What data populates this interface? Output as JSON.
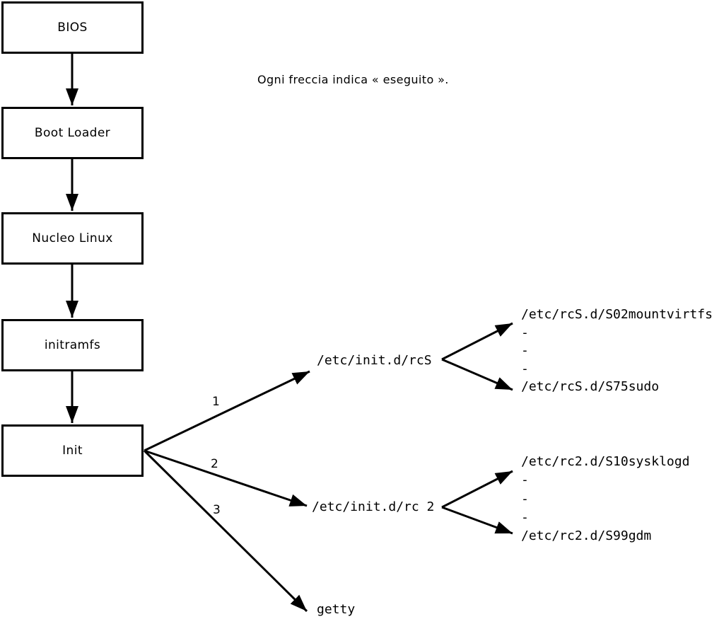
{
  "caption": "Ogni freccia indica « eseguito ».",
  "boxes": [
    {
      "label": "BIOS"
    },
    {
      "label": "Boot Loader"
    },
    {
      "label": "Nucleo Linux"
    },
    {
      "label": "initramfs"
    },
    {
      "label": "Init"
    }
  ],
  "branches": [
    {
      "number": "1",
      "target": "/etc/init.d/rcS",
      "children": [
        "/etc/rcS.d/S02mountvirtfs",
        "-",
        "-",
        "-",
        "/etc/rcS.d/S75sudo"
      ]
    },
    {
      "number": "2",
      "target": "/etc/init.d/rc 2",
      "children": [
        "/etc/rc2.d/S10sysklogd",
        "-",
        "-",
        "-",
        "/etc/rc2.d/S99gdm"
      ]
    },
    {
      "number": "3",
      "target": "getty"
    }
  ],
  "colors": {
    "ink": "#000000",
    "background": "#ffffff"
  }
}
